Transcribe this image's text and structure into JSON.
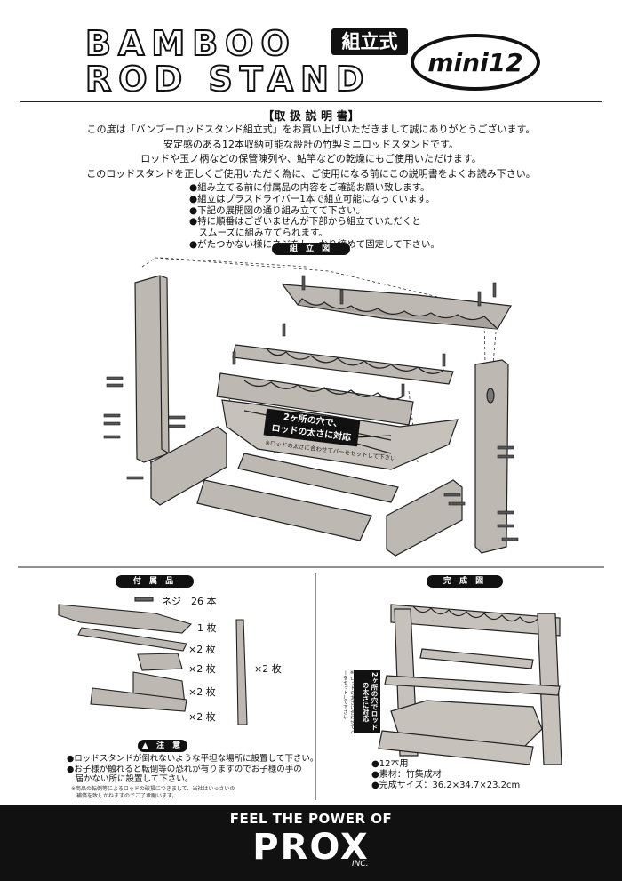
{
  "header": {
    "title_line1": "BAMBOO",
    "title_line2": "ROD STAND",
    "kumitate": "組立式",
    "badge": "mini12"
  },
  "manual": {
    "title": "【取 扱 説 明 書】",
    "intro": [
      "この度は「バンブーロッドスタンド組立式」をお買い上げいただきまして誠にありがとうございます。",
      "安定感のある12本収納可能な設計の竹製ミニロッドスタンドです。",
      "ロッドや玉ノ柄などの保管陳列や、鮎竿などの乾燥にもご使用いただけます。",
      "このロッドスタンドを正しくご使用いただく為に、ご使用になる前にこの説明書をよくお読み下さい。"
    ],
    "bullets": [
      "●組み立てる前に付属品の内容をご確認お願い致します。",
      "●組立はプラスドライバー1本で組立可能になっています。",
      "●下記の展開図の通り組み立てて下さい。",
      "●特に順番はございませんが下部から組立ていただくと",
      "　スムーズに組み立てられます。",
      "●がたつかない様にネジをしっかり締めて固定して下さい。"
    ]
  },
  "assembly": {
    "label": "組 立 図",
    "callout_line1": "2ヶ所の穴で、",
    "callout_line2": "ロッドの太さに対応",
    "callout_note": "※ロッドの太さに合わせてバーをセットして下さい"
  },
  "accessories": {
    "label": "付 属 品",
    "screws": "ネジ　26 本",
    "counts": [
      "1 枚",
      "×2 枚",
      "×2 枚",
      "×2 枚",
      "×2 枚"
    ],
    "pillar_count": "×2 枚"
  },
  "caution": {
    "label": "注 意",
    "notes": [
      "●ロッドスタンドが倒れないような平坦な場所に設置して下さい。",
      "●お子様が触れると転倒等の恐れが有りますのでお子様の手の",
      "　届かない所に設置して下さい。"
    ],
    "fine": [
      "※商品の転倒等によるロッドの破損につきまして、当社はいっさいの",
      "　補償を致しかねますのでご了承願います。"
    ]
  },
  "completed": {
    "label": "完 成 図",
    "callout_line1": "2ヶ所の穴で",
    "callout_line2": "ロッドの太さに対応",
    "callout_note": "※ロッドの太さに合わせてバーをセットして下さい",
    "specs": [
      "●12本用",
      "●素材：竹集成材",
      "●完成サイズ：36.2×34.7×23.2cm"
    ]
  },
  "footer": {
    "tagline": "FEEL THE POWER OF",
    "brand": "PROX",
    "inc": "INC."
  }
}
